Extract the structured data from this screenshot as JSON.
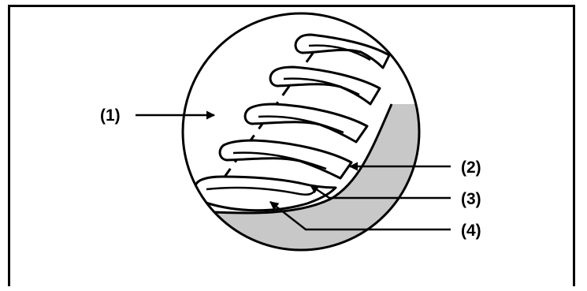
{
  "labels": {
    "l1": "(1)",
    "l2": "(2)",
    "l3": "(3)",
    "l4": "(4)"
  },
  "colors": {
    "ink": "#000000",
    "background": "#ffffff",
    "shade": "#c8c8c8"
  }
}
